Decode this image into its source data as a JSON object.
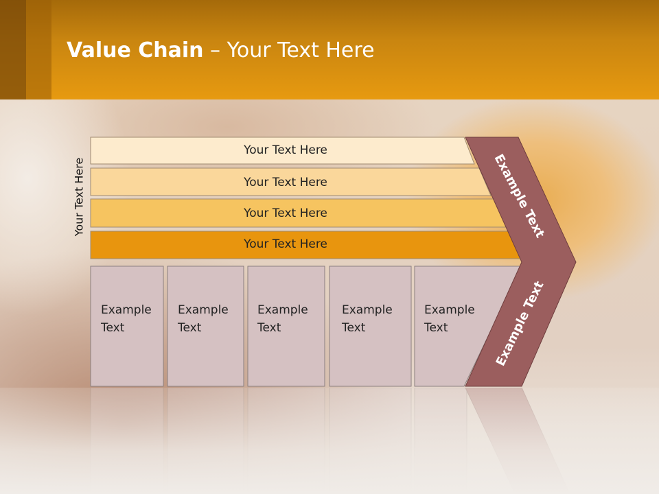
{
  "slide": {
    "title_bold": "Value Chain",
    "title_rest": " – Your Text Here",
    "vertical_label": "Your Text Here"
  },
  "bars": [
    {
      "label": "Your Text Here",
      "color": "#fdebcd"
    },
    {
      "label": "Your Text Here",
      "color": "#fad79b"
    },
    {
      "label": "Your Text Here",
      "color": "#f6c460"
    },
    {
      "label": "Your Text Here",
      "color": "#e8950e"
    }
  ],
  "boxes": [
    {
      "label": "Example\nText"
    },
    {
      "label": "Example\nText"
    },
    {
      "label": "Example\nText"
    },
    {
      "label": "Example\nText"
    },
    {
      "label": "Example\nText"
    }
  ],
  "chevron": {
    "upper_label": "Example Text",
    "lower_label": "Example Text",
    "color": "#9b5e5e"
  },
  "colors": {
    "header": "#e79a10",
    "box_fill": "#d5c1c2",
    "box_stroke": "#8c8080"
  }
}
